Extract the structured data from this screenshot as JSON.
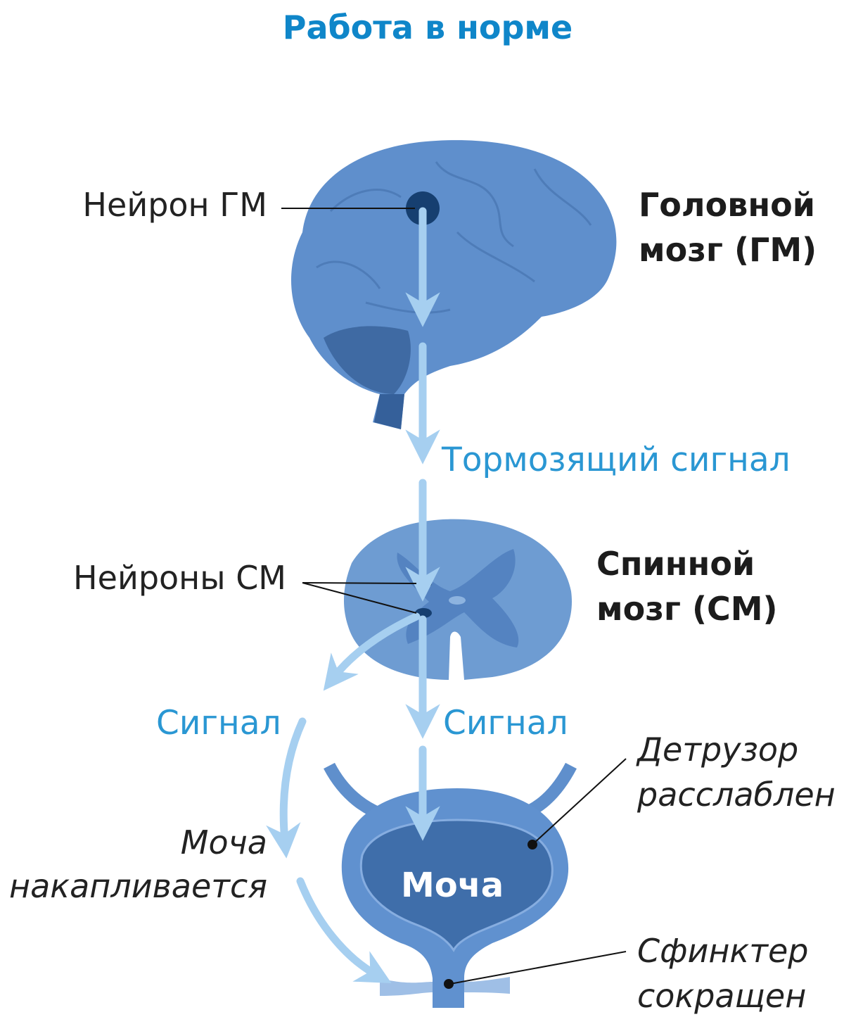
{
  "title": "Работа в норме",
  "labels": {
    "brain_neuron": "Нейрон ГМ",
    "brain": [
      "Головной",
      "мозг (ГМ)"
    ],
    "inhibitory_signal": "Тормозящий сигнал",
    "spinal_neurons": "Нейроны СМ",
    "spinal_cord": [
      "Спинной",
      "мозг (СМ)"
    ],
    "signal_left": "Сигнал",
    "signal_right": "Сигнал",
    "detrusor": [
      "Детрузор",
      "расслаблен"
    ],
    "urine_accumulates": [
      "Моча",
      "накапливается"
    ],
    "urine": "Моча",
    "sphincter": [
      "Сфинктер",
      "сокращен"
    ]
  },
  "colors": {
    "title": "#0f86c9",
    "organ": "#5f8fcc",
    "organ_dark": "#3f6aa3",
    "arrow": "#a6cff0",
    "signal_text": "#2a97d3"
  }
}
